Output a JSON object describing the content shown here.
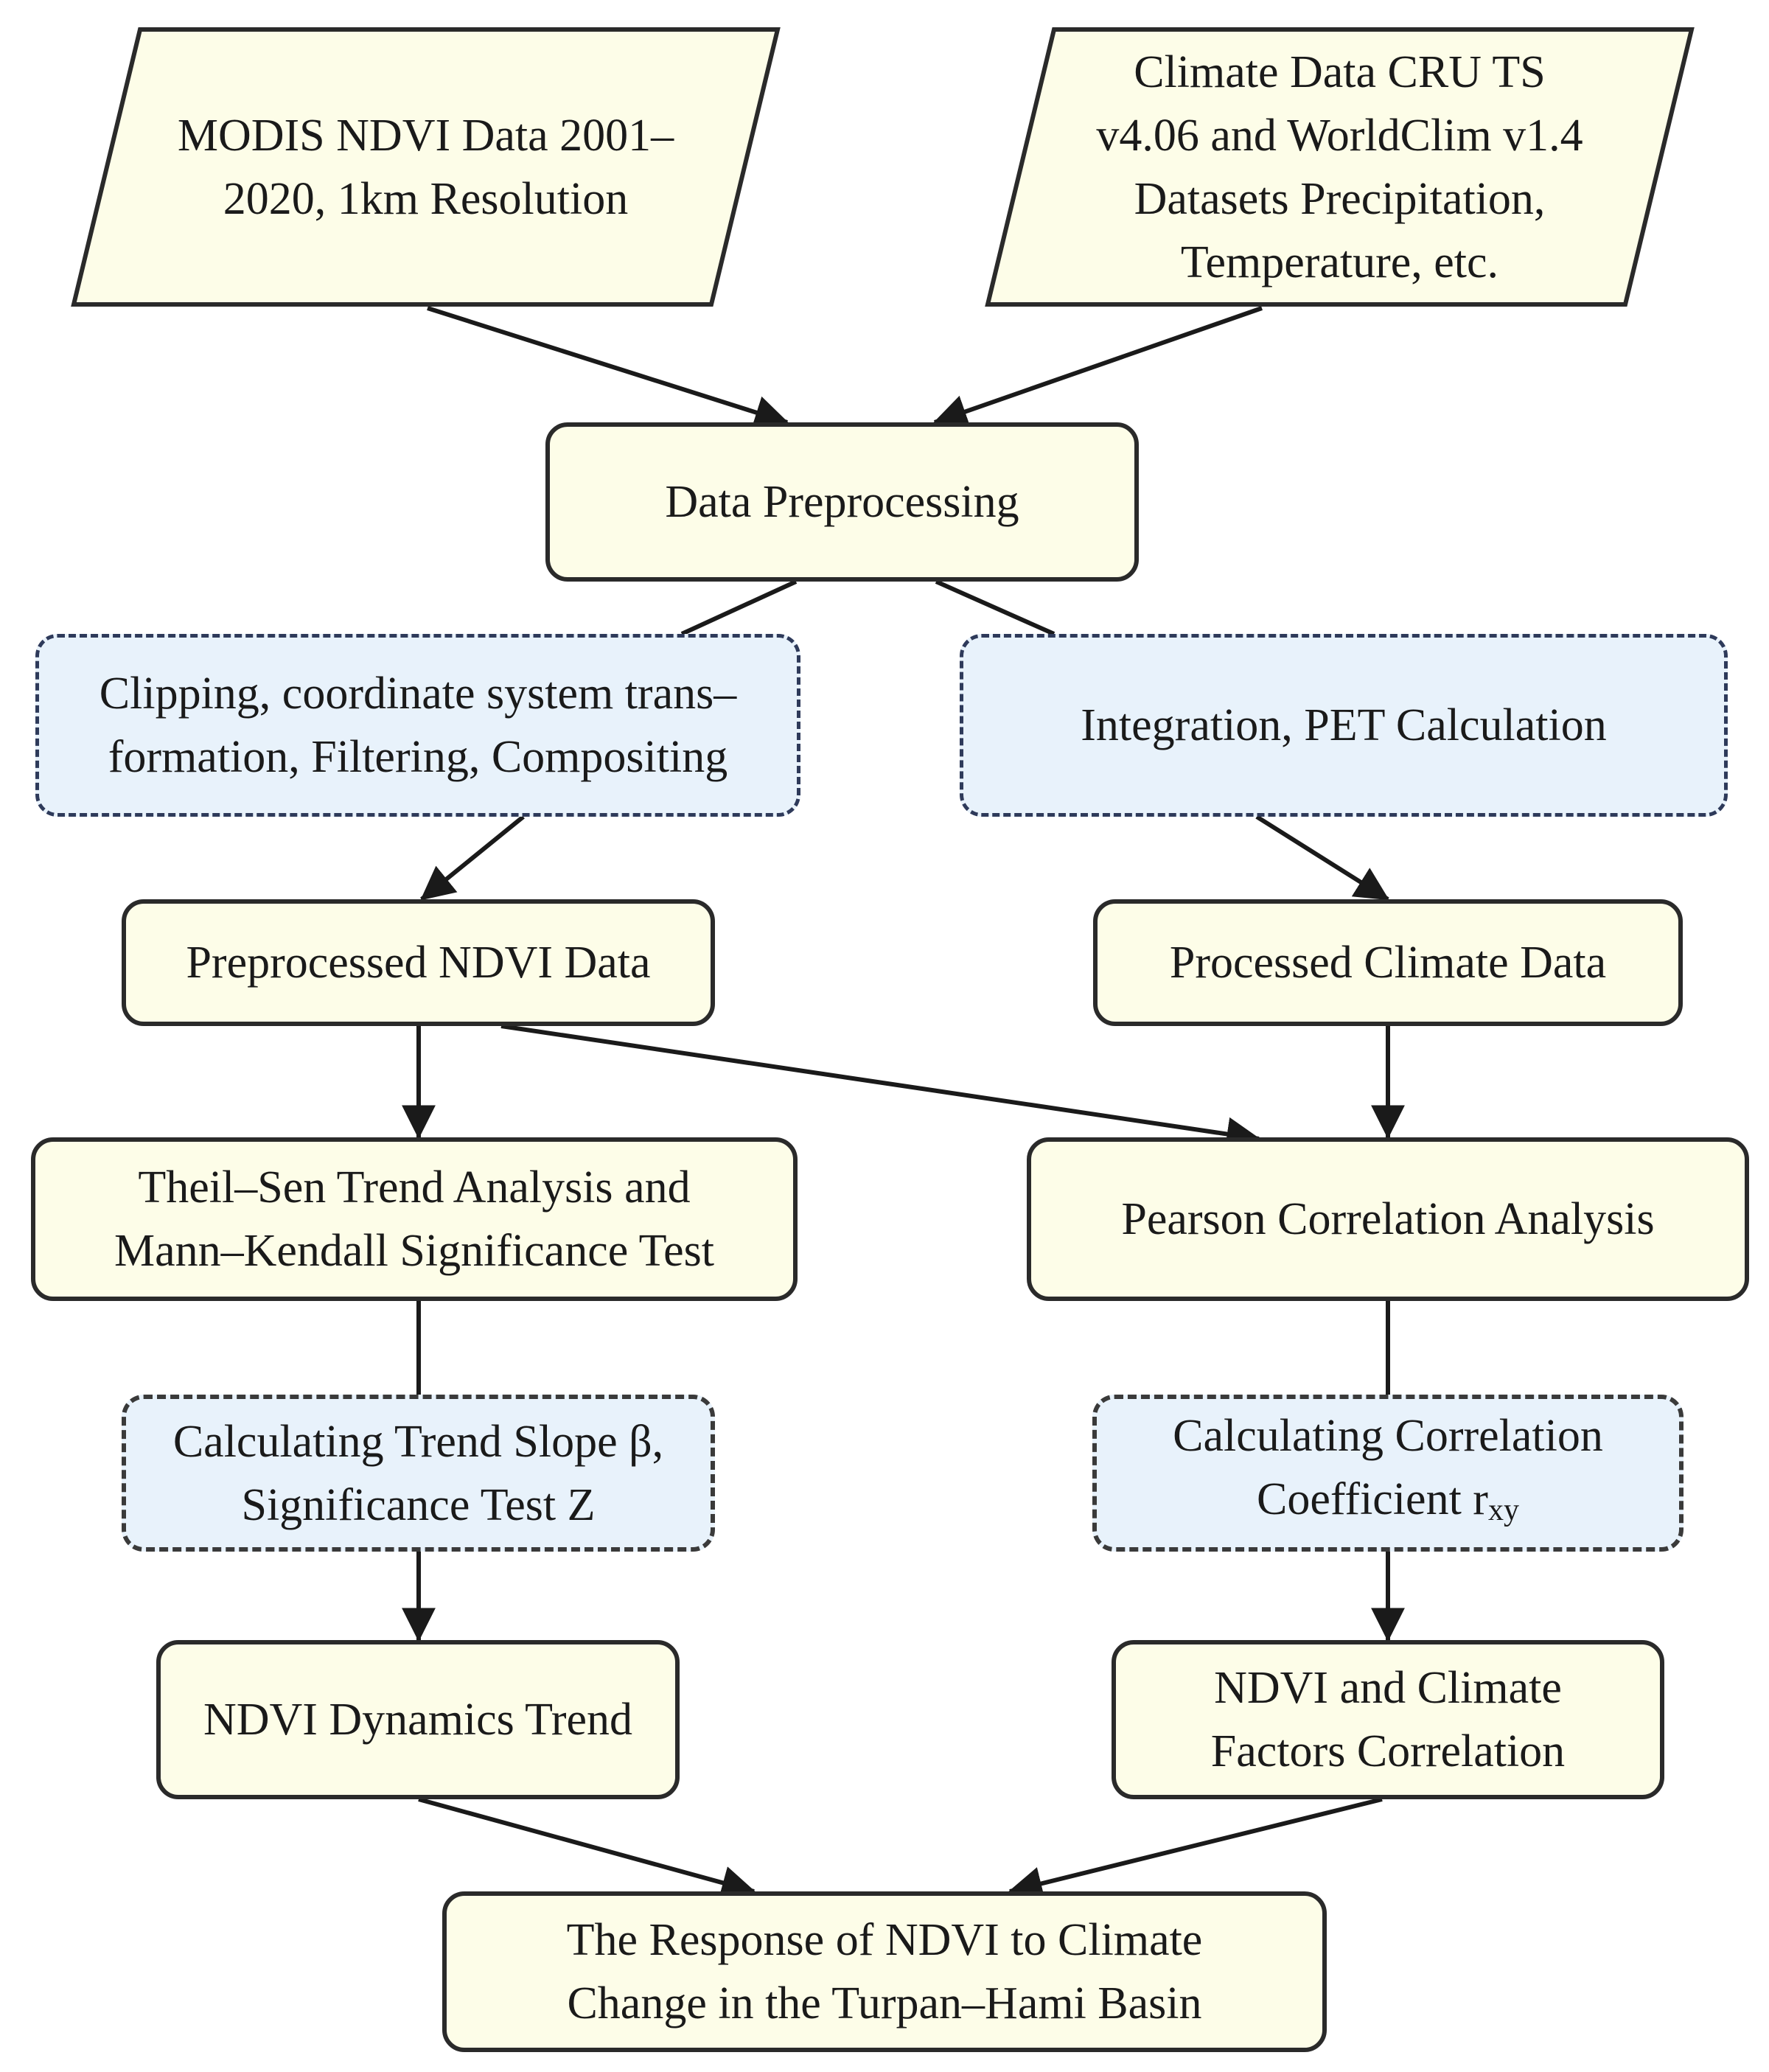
{
  "nodes": {
    "modis": {
      "text": "MODIS NDVI Data 2001–\n2020, 1km Resolution"
    },
    "climate": {
      "text": "Climate Data CRU TS\nv4.06 and WorldClim v1.4\nDatasets Precipitation,\nTemperature, etc."
    },
    "prep": {
      "text": "Data Preprocessing"
    },
    "clip": {
      "text": "Clipping, coordinate system trans–\nformation, Filtering, Compositing"
    },
    "integ": {
      "text": "Integration, PET Calculation"
    },
    "pndvi": {
      "text": "Preprocessed NDVI Data"
    },
    "pclim": {
      "text": "Processed Climate Data"
    },
    "theil": {
      "text": "Theil–Sen Trend Analysis and\nMann–Kendall Significance Test"
    },
    "pearson": {
      "text": "Pearson Correlation Analysis"
    },
    "slope": {
      "text": "Calculating Trend Slope β,\nSignificance Test Z"
    },
    "coef": {
      "text": "Calculating Correlation\nCoefficient r",
      "sub": "xy"
    },
    "trend": {
      "text": "NDVI Dynamics Trend"
    },
    "corr": {
      "text": "NDVI and Climate\nFactors Correlation"
    },
    "resp": {
      "text": "The Response of NDVI to Climate\nChange in the Turpan–Hami Basin"
    }
  },
  "colors": {
    "process_fill": "#fdfde8",
    "method_fill": "#e8f2fb",
    "stroke": "#2a2a2a",
    "dashed_stroke": "#2e3a5a"
  }
}
